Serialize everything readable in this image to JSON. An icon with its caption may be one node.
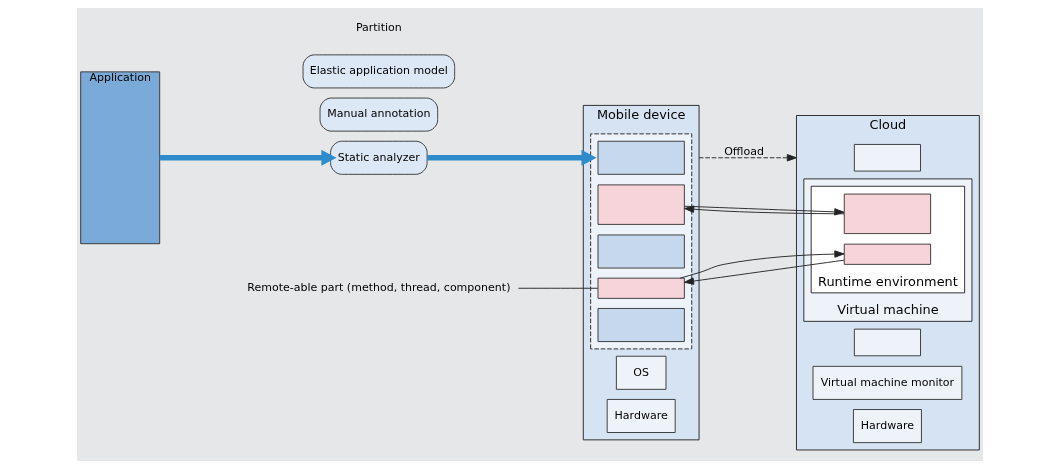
{
  "diagram": {
    "nodes": [
      {
        "text": [
          "Application"
        ]
      },
      {
        "text": [
          "Manual annotation"
        ]
      },
      {
        "text": [
          "Static analyzer"
        ]
      },
      {
        "text": [
          "Elastic application model"
        ]
      },
      {
        "text": [
          "Mobile device"
        ]
      },
      {
        "text": [],
        "shape": "box",
        "in": 4
      },
      {
        "text": [],
        "shape": "box",
        "in": 5
      },
      {
        "text": [],
        "shape": "box",
        "in": 5
      },
      {
        "text": [],
        "shape": "box",
        "in": 5
      },
      {
        "text": [],
        "shape": "box",
        "in": 5
      },
      {
        "text": [],
        "shape": "box",
        "in": 5
      },
      {
        "text": [
          "OS"
        ],
        "in": 4
      },
      {
        "text": [
          "Hardware"
        ],
        "in": 4
      },
      {
        "text": [
          "Cloud"
        ]
      },
      {
        "text": [],
        "shape": "box",
        "in": 13
      },
      {
        "text": [],
        "shape": "box",
        "in": 13
      },
      {
        "text": [
          "Virtual machine"
        ],
        "in": 13
      },
      {
        "text": [
          "Runtime environment"
        ],
        "in": 16
      },
      {
        "text": [],
        "shape": "box",
        "in": 17
      },
      {
        "text": [],
        "shape": "box",
        "in": 17
      },
      {
        "text": [
          "Virtual machine monitor"
        ],
        "in": 13
      },
      {
        "text": [
          "Hardware"
        ],
        "in": 13
      },
      {
        "text": [
          "Remote-able part (method, thread, component)"
        ]
      }
    ],
    "edges": [
      {
        "from": 0,
        "to": 2,
        "arrow": "to",
        "style": "thick",
        "color": "#2e8bcc"
      },
      {
        "from": 2,
        "to": 5,
        "arrow": "to",
        "style": "thick",
        "color": "#2e8bcc"
      },
      {
        "from": 4,
        "to": 13,
        "arrow": "to",
        "style": "dashed",
        "label": "Offload"
      },
      {
        "from": 7,
        "to": 18,
        "arrow": "to"
      },
      {
        "from": 18,
        "to": 7,
        "arrow": "to"
      },
      {
        "from": 9,
        "to": 19,
        "arrow": "to"
      },
      {
        "from": 19,
        "to": 9,
        "arrow": "to"
      },
      {
        "from": 22,
        "to": 9,
        "arrow": "none"
      }
    ],
    "labels": [
      "Partition"
    ]
  }
}
